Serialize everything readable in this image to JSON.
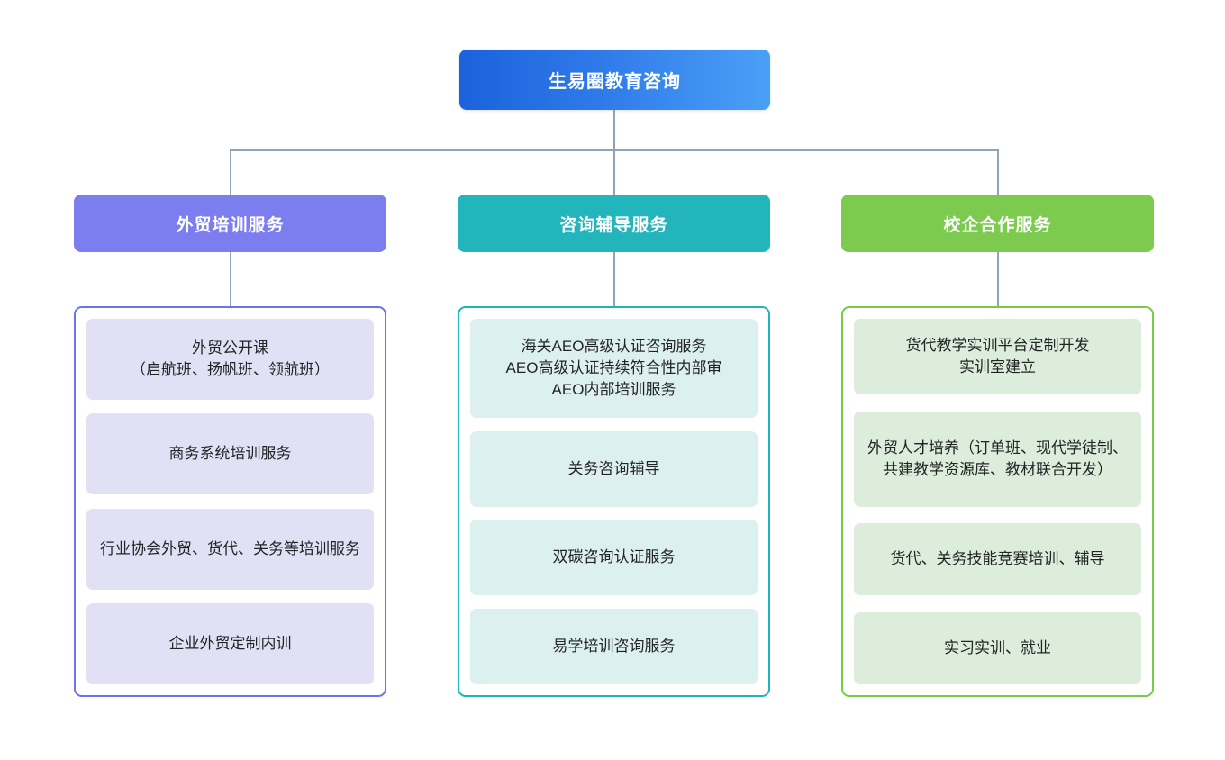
{
  "diagram": {
    "type": "organizational-tree",
    "root": {
      "label": "生易圈教育咨询",
      "color_start": "#1b62dc",
      "color_end": "#4ba0f7"
    },
    "connector_color": "#93a3b4",
    "columns": [
      {
        "header": "外贸培训服务",
        "accent": "#7c7ef0",
        "border": "#6f72ef",
        "item_fill": "#e2e0f5",
        "items": [
          "外贸公开课\n（启航班、扬帆班、领航班）",
          "商务系统培训服务",
          "行业协会外贸、货代、关务等培训服务",
          "企业外贸定制内训"
        ]
      },
      {
        "header": "咨询辅导服务",
        "accent": "#22b5bb",
        "border": "#1fb3bb",
        "item_fill": "#ddf0f0",
        "items": [
          "海关AEO高级认证咨询服务\nAEO高级认证持续符合性内部审\nAEO内部培训服务",
          "关务咨询辅导",
          "双碳咨询认证服务",
          "易学培训咨询服务"
        ]
      },
      {
        "header": "校企合作服务",
        "accent": "#7ccb4f",
        "border": "#78cb45",
        "item_fill": "#dceedb",
        "items": [
          "货代教学实训平台定制开发\n实训室建立",
          "外贸人才培养（订单班、现代学徒制、共建教学资源库、教材联合开发）",
          "货代、关务技能竞赛培训、辅导",
          "实习实训、就业"
        ]
      }
    ]
  }
}
